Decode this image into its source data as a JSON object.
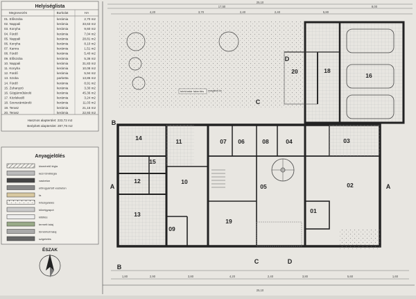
{
  "room_list": {
    "title": "Helyiséglista",
    "headers": [
      "Megnevezés",
      "Burkolat",
      "HA"
    ],
    "rows": [
      [
        "01. Előszoba",
        "kerámia",
        "2,70 m2"
      ],
      [
        "02. Nappali",
        "kerámia",
        "33,63 m2"
      ],
      [
        "03. Konyha",
        "kerámia",
        "9,60 m2"
      ],
      [
        "04. Fürdő",
        "kerámia",
        "7,04 m2"
      ],
      [
        "05. Nappali",
        "kerámia",
        "28,81 m2"
      ],
      [
        "06. Konyha",
        "kerámia",
        "8,10 m2"
      ],
      [
        "07. Kamra",
        "kerámia",
        "1,51 m2"
      ],
      [
        "08. Fürdő",
        "kerámia",
        "5,40 m2"
      ],
      [
        "09. Előszoba",
        "kerámia",
        "5,36 m2"
      ],
      [
        "10. Nappali",
        "kerámia",
        "31,83 m2"
      ],
      [
        "11. Konyha",
        "kerámia",
        "10,08 m2"
      ],
      [
        "12. Fürdő",
        "kerámia",
        "5,94 m2"
      ],
      [
        "13. Szoba",
        "parketta",
        "13,86 m2"
      ],
      [
        "14. Fürdő",
        "kerámia",
        "8,91 m2"
      ],
      [
        "15. Zuhanyzó",
        "kerámia",
        "3,30 m2"
      ],
      [
        "16. Gépjárműtároló",
        "kerámia",
        "45,36 m2"
      ],
      [
        "17. Közlekedő",
        "kerámia",
        "3,24 m2"
      ],
      [
        "18. Szerszámtároló",
        "kerámia",
        "11,03 m2"
      ],
      [
        "19. Terasz",
        "kerámia",
        "21,15 m2"
      ],
      [
        "20. Terasz",
        "kerámia",
        "22,93 m2"
      ]
    ],
    "footer": [
      "Hasznos alapterület: 233,72 m2",
      "Beépített alapterület: 287,76 m2"
    ]
  },
  "legend": {
    "title": "Anyagjelölés",
    "items": [
      "kisméretű tégla",
      "kézi tömbtégla",
      "vasbeton",
      "előregyártott vasbeton",
      "fa",
      "hőszigetelés",
      "kőzetgyapot",
      "kitöltés",
      "termett talaj",
      "tömörített talaj",
      "szigetelés"
    ]
  },
  "north": {
    "label": "ÉSZAK"
  },
  "rooms": [
    "01",
    "02",
    "03",
    "04",
    "05",
    "06",
    "07",
    "08",
    "09",
    "10",
    "11",
    "12",
    "13",
    "14",
    "15",
    "16",
    "18",
    "19",
    "20"
  ],
  "axes": [
    "A",
    "B",
    "C",
    "D"
  ],
  "annotations": {
    "tree_label": "meglévő fa",
    "survey_label": "telekhatár fakerítés"
  },
  "top_dims": [
    "25,10",
    "17,50",
    "4,20",
    "3,70",
    "2,40",
    "2,40",
    "5,80",
    "8,00"
  ],
  "bottom_dims": [
    "25,10",
    "1,80",
    "2,90",
    "3,80",
    "4,20",
    "2,40",
    "3,80",
    "5,60",
    "1,60"
  ],
  "colors": {
    "paper": "#e8e6e1",
    "wall": "#222222",
    "ink": "#333333"
  }
}
